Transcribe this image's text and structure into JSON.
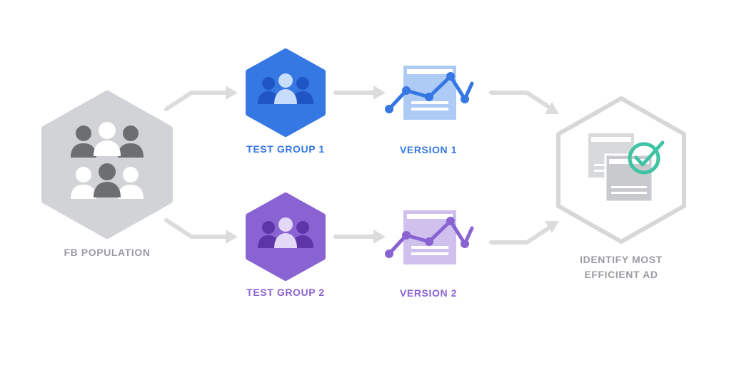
{
  "labels": {
    "population": "FB POPULATION",
    "group1": "TEST GROUP 1",
    "group2": "TEST GROUP 2",
    "version1": "VERSION 1",
    "version2": "VERSION 2",
    "result_line1": "IDENTIFY MOST",
    "result_line2": "EFFICIENT AD"
  },
  "colors": {
    "gray_hex": "#d2d3d6",
    "gray_people_dark": "#6c6e72",
    "blue": "#3577e3",
    "blue_dark": "#1f56c4",
    "purple": "#8a63d3",
    "purple_dark": "#6a3fb6",
    "arrow": "#dcdcdc",
    "check": "#3fc3a3"
  },
  "icons": {
    "population": "people-group-icon",
    "group1": "people-group-icon",
    "group2": "people-group-icon",
    "version1": "ad-chart-icon",
    "version2": "ad-chart-icon",
    "result": "ad-check-icon"
  }
}
